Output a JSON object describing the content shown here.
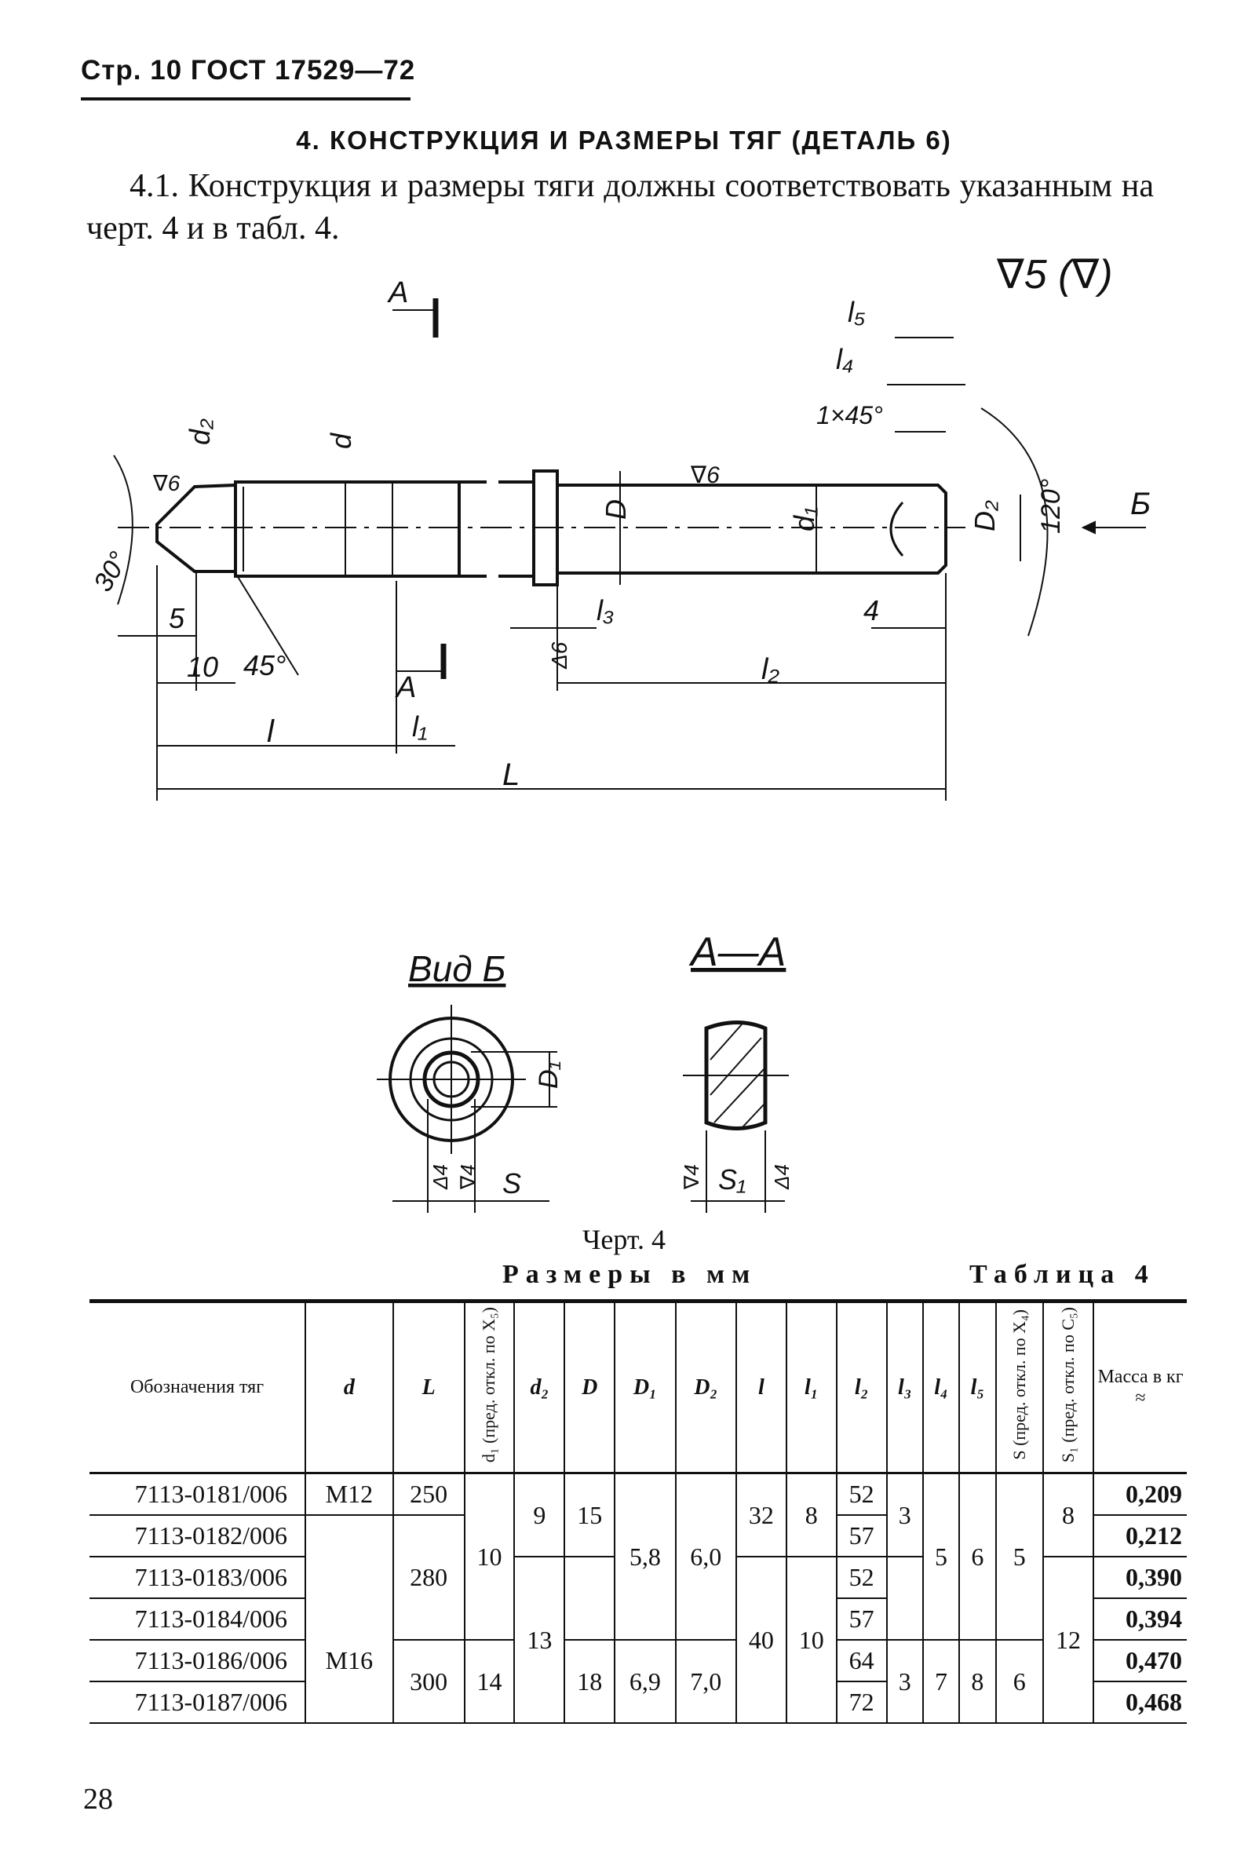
{
  "header": {
    "text": "Стр. 10 ГОСТ 17529—72"
  },
  "section": {
    "title": "4. КОНСТРУКЦИЯ И РАЗМЕРЫ ТЯГ (ДЕТАЛЬ 6)",
    "paragraph": "4.1. Конструкция и размеры тяги должны соответствовать указанным на черт. 4 и в табл. 4."
  },
  "drawing": {
    "roughness_general": "∇5 (∇)",
    "labels": {
      "A": "А",
      "B": "Б",
      "d": "d",
      "d1": "d₁",
      "d2": "d₂",
      "D": "D",
      "D1": "D₁",
      "D2": "D₂",
      "l": "l",
      "l1": "l₁",
      "l2": "l₂",
      "l3": "l₃",
      "l4": "l₄",
      "l5": "l₅",
      "L": "L",
      "S": "S",
      "S1": "S₁",
      "chamfer": "1×45°",
      "angle30": "30°",
      "angle45": "45°",
      "angle120": "120°",
      "dim5": "5",
      "dim10": "10",
      "dim4": "4",
      "rough6": "∇6",
      "rough4": "∇4",
      "tri6": "Δ6",
      "tri4": "Δ4"
    },
    "view_b_title": "Вид Б",
    "section_aa_title": "А—А",
    "caption": "Черт. 4"
  },
  "table": {
    "units": "Размеры в мм",
    "label": "Таблица 4",
    "headers": {
      "designation": "Обозначения тяг",
      "d": "d",
      "L": "L",
      "d1": "d₁ (пред. откл. по X₅)",
      "d2": "d₂",
      "D": "D",
      "D1": "D₁",
      "D2": "D₂",
      "l": "l",
      "l1": "l₁",
      "l2": "l₂",
      "l3": "l₃",
      "l4": "l₄",
      "l5": "l₅",
      "S": "S (пред. откл. по X₄)",
      "S1": "S₁ (пред. откл. по C₅)",
      "mass": "Масса в кг ≈"
    },
    "designations": [
      "7113-0181/006",
      "7113-0182/006",
      "7113-0183/006",
      "7113-0184/006",
      "7113-0186/006",
      "7113-0187/006"
    ],
    "d": [
      "M12",
      "M16"
    ],
    "L": [
      "250",
      "280",
      "300"
    ],
    "d1": [
      "10",
      "14"
    ],
    "d2": [
      "9",
      "13"
    ],
    "D": [
      "15",
      "18"
    ],
    "D1": [
      "5,8",
      "6,9"
    ],
    "D2": [
      "6,0",
      "7,0"
    ],
    "l": [
      "32",
      "40"
    ],
    "l1": [
      "8",
      "10"
    ],
    "l2": [
      "52",
      "57",
      "52",
      "57",
      "64",
      "72"
    ],
    "l3": [
      "3",
      "3"
    ],
    "l4": [
      "5",
      "7"
    ],
    "l5": [
      "6",
      "8"
    ],
    "S": [
      "5",
      "6"
    ],
    "S1": [
      "8",
      "12"
    ],
    "mass": [
      "0,209",
      "0,212",
      "0,390",
      "0,394",
      "0,470",
      "0,468"
    ]
  },
  "page_number": "28"
}
